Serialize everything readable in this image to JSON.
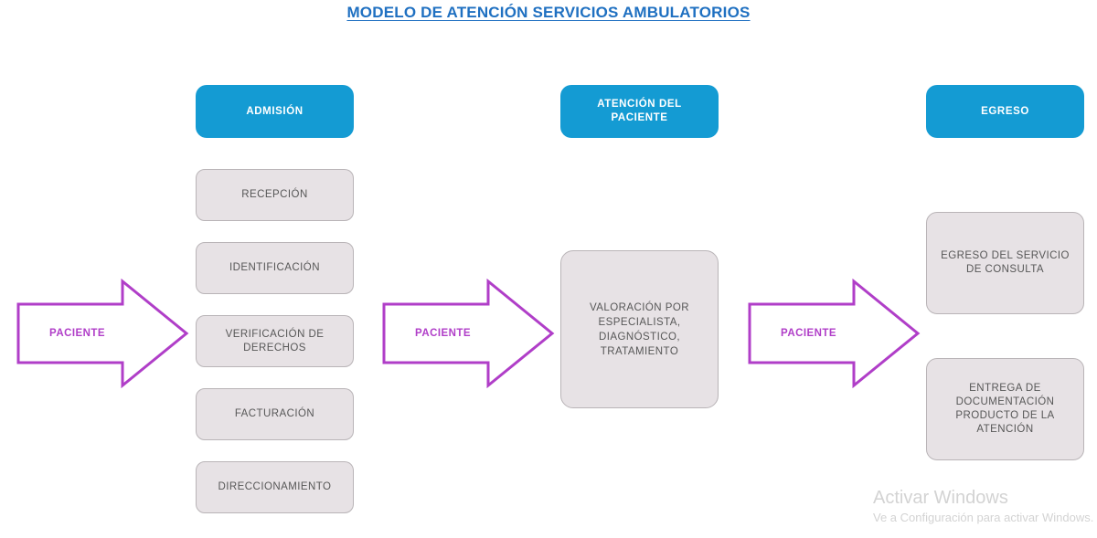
{
  "title": "MODELO DE ATENCIÓN SERVICIOS AMBULATORIOS",
  "colors": {
    "title_blue": "#1F70C1",
    "stage_blue": "#149BD3",
    "box_gray_fill": "#E7E2E5",
    "box_gray_border": "#B9B4B7",
    "box_text": "#575757",
    "arrow_purple": "#B03EC8",
    "watermark_gray": "#D3D3D3",
    "background": "#FFFFFF"
  },
  "stages": {
    "admision": {
      "header": "ADMISIÓN",
      "steps": [
        "RECEPCIÓN",
        "IDENTIFICACIÓN",
        "VERIFICACIÓN DE DERECHOS",
        "FACTURACIÓN",
        "DIRECCIONAMIENTO"
      ]
    },
    "atencion": {
      "header": "ATENCIÓN DEL PACIENTE",
      "steps": [
        "VALORACIÓN POR ESPECIALISTA, DIAGNÓSTICO, TRATAMIENTO"
      ]
    },
    "egreso": {
      "header": "EGRESO",
      "steps": [
        "EGRESO DEL SERVICIO DE CONSULTA",
        "ENTREGA DE DOCUMENTACIÓN PRODUCTO DE LA ATENCIÓN"
      ]
    }
  },
  "arrows": [
    {
      "label": "PACIENTE"
    },
    {
      "label": "PACIENTE"
    },
    {
      "label": "PACIENTE"
    }
  ],
  "watermark": {
    "title": "Activar Windows",
    "subtitle": "Ve a Configuración para activar Windows."
  }
}
